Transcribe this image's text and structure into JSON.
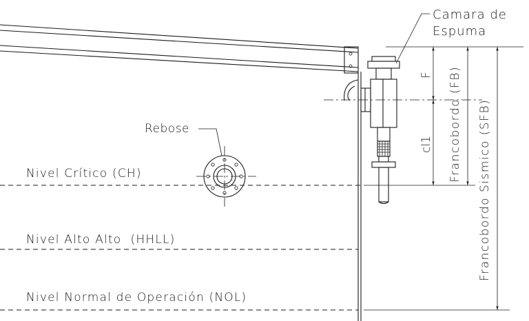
{
  "labels": {
    "foam_chamber_line1": "Camara de",
    "foam_chamber_line2": "Espuma",
    "overflow": "Rebose",
    "critical_level": "Nivel Crítico (CH)",
    "high_high_level": "Nivel Alto Alto  (HHLL)",
    "normal_operation_level": "Nivel Normal de Operación (NOL)",
    "dim_f": "F",
    "dim_cl1": "cl1",
    "freeboard": "Francobordo (FB)",
    "seismic_freeboard": "Francobordo Sismico (SFB)"
  }
}
